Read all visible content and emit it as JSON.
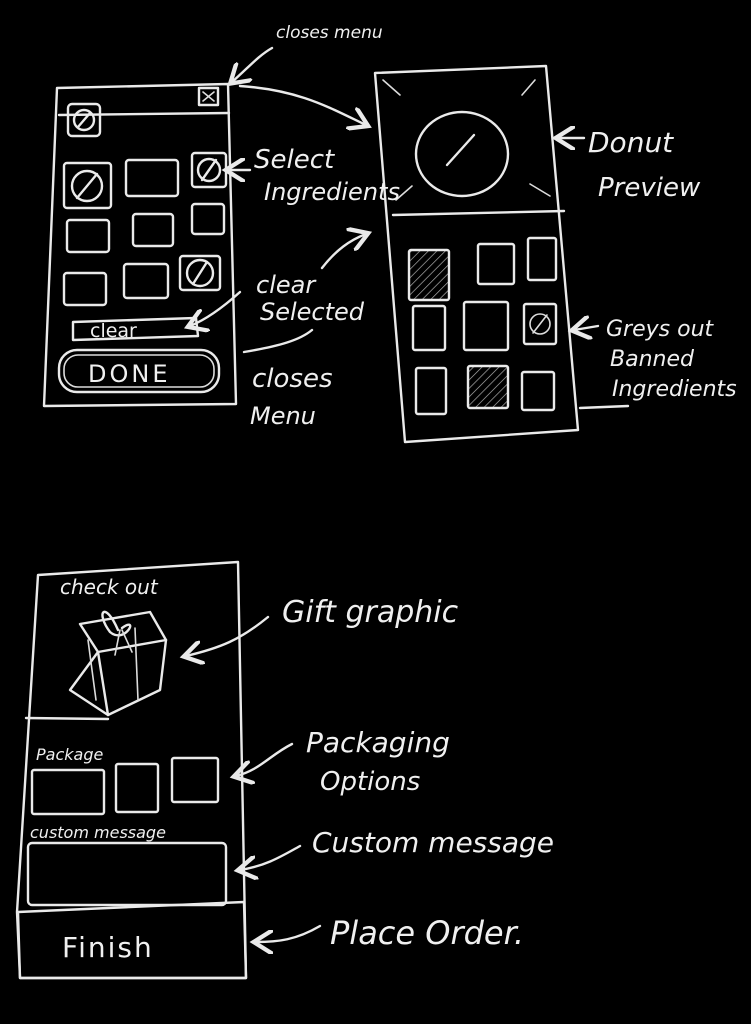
{
  "annotations": {
    "closes_menu_top": "closes menu",
    "select_ingredients": [
      "Select",
      "Ingredients"
    ],
    "clear_selected": [
      "clear",
      "Selected"
    ],
    "closes_menu_bottom": [
      "closes",
      "Menu"
    ],
    "donut_preview": [
      "Donut",
      "Preview"
    ],
    "greys_out": [
      "Greys out",
      "Banned",
      "Ingredients"
    ],
    "gift_graphic": "Gift graphic",
    "packaging_options": [
      "Packaging",
      "Options"
    ],
    "custom_message": "Custom message",
    "place_order": "Place Order."
  },
  "ingredient_menu": {
    "clear_label": "clear",
    "done_label": "DONE"
  },
  "checkout_screen": {
    "title": "check out",
    "package_label": "Package",
    "custom_message_label": "custom message",
    "finish_label": "Finish"
  },
  "colors": {
    "chalk": "#eaeaea",
    "background": "#000000",
    "hatch": "#bcbcbc"
  }
}
